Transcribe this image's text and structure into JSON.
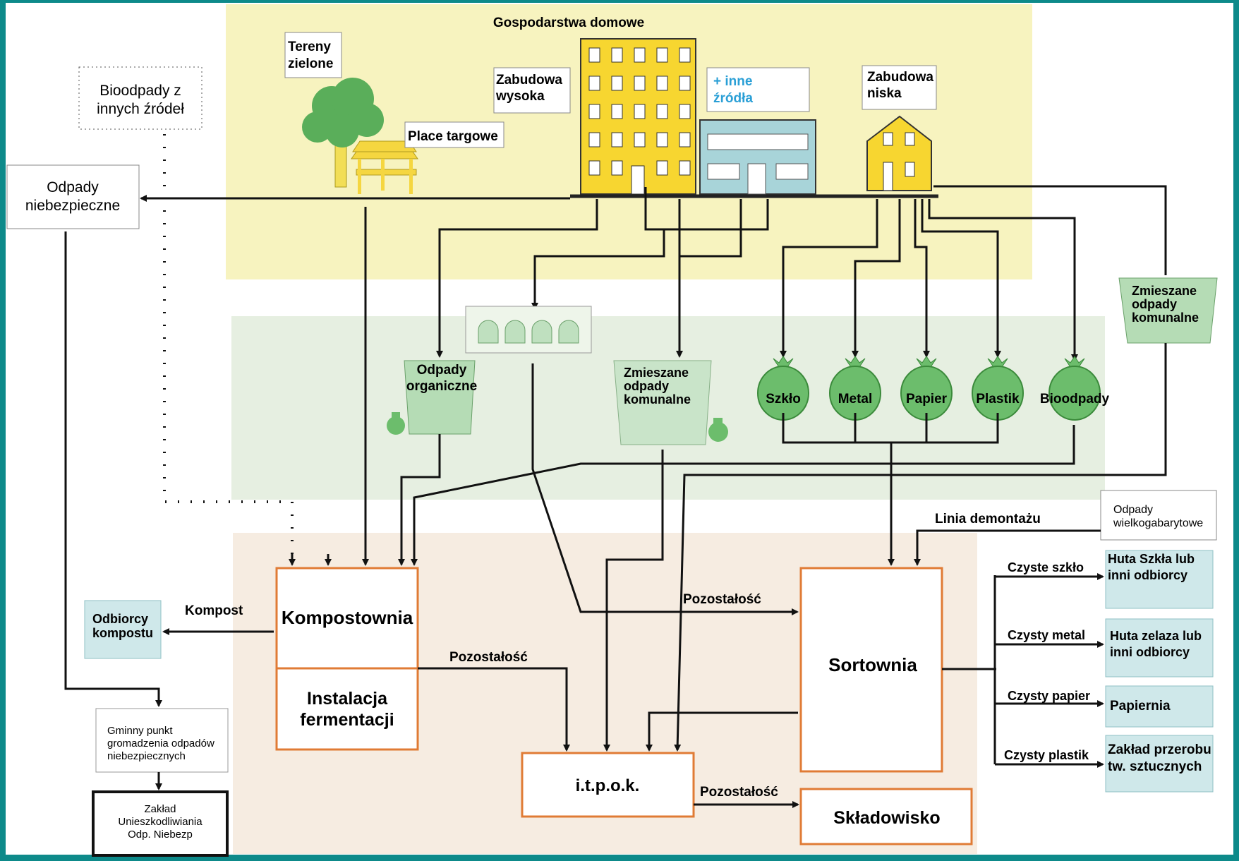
{
  "zones": {
    "households": {
      "title": "Gospodarstwa domowe"
    }
  },
  "sources": {
    "green_areas": "Tereny zielone",
    "markets": "Place targowe",
    "high_rise_1": "Zabudowa",
    "high_rise_2": "wysoka",
    "other_1": "+ inne",
    "other_2": "źródła",
    "low_rise_1": "Zabudowa",
    "low_rise_2": "niska",
    "green_1": "Tereny",
    "green_2": "zielone",
    "bio_other_1": "Bioodpady z",
    "bio_other_2": "innych źródeł",
    "hazardous_1": "Odpady",
    "hazardous_2": "niebezpieczne"
  },
  "containers": {
    "organic_1": "Odpady",
    "organic_2": "organiczne",
    "mixed_1": "Zmieszane",
    "mixed_2": "odpady",
    "mixed_3": "komunalne",
    "glass": "Szkło",
    "metal": "Metal",
    "paper": "Papier",
    "plastic": "Plastik",
    "bio": "Bioodpady",
    "mixed_right_1": "Zmieszane",
    "mixed_right_2": "odpady",
    "mixed_right_3": "komunalne",
    "bulky_1": "Odpady",
    "bulky_2": "wielkogabarytowe"
  },
  "facilities": {
    "composting": "Kompostownia",
    "fermentation_1": "Instalacja",
    "fermentation_2": "fermentacji",
    "itpok": "i.t.p.o.k.",
    "sorting": "Sortownia",
    "landfill": "Składowisko",
    "compost_buyers_1": "Odbiorcy",
    "compost_buyers_2": "kompostu",
    "hazard_point_1": "Gminny punkt",
    "hazard_point_2": "gromadzenia odpadów",
    "hazard_point_3": "niebezpiecznych",
    "hazard_plant_1": "Zakład",
    "hazard_plant_2": "Unieszkodliwiania",
    "hazard_plant_3": "Odp. Niebezp",
    "glass_works_1": "Huta Szkła lub",
    "glass_works_2": "inni odbiorcy",
    "steel_works_1": "Huta zelaza lub",
    "steel_works_2": "inni odbiorcy",
    "paper_mill": "Papiernia",
    "plastics_plant_1": "Zakład przerobu",
    "plastics_plant_2": "tw. sztucznych"
  },
  "flows": {
    "compost": "Kompost",
    "residue_compost": "Pozostałość",
    "residue_sort": "Pozostałość",
    "residue_itpok": "Pozostałość",
    "dismantling": "Linia demontażu",
    "clean_glass": "Czyste szkło",
    "clean_metal": "Czysty metal",
    "clean_paper": "Czysty papier",
    "clean_plastic": "Czysty plastik"
  }
}
